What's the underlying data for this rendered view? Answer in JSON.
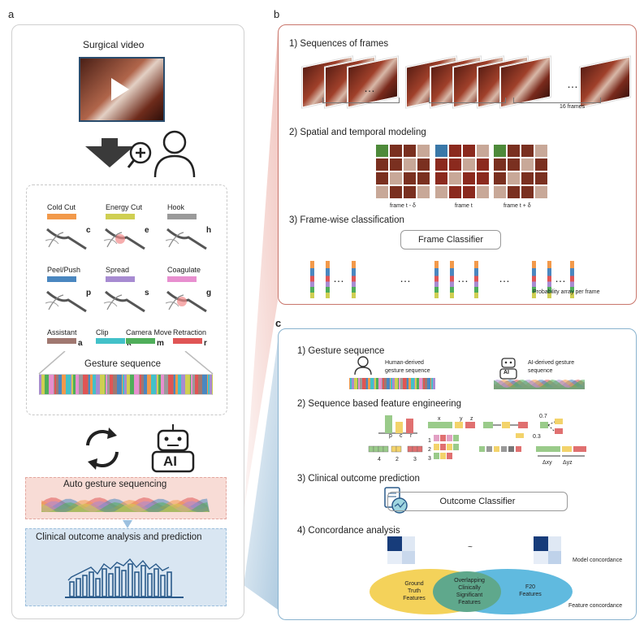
{
  "panel_labels": {
    "a": "a",
    "b": "b",
    "c": "c"
  },
  "panel_a": {
    "video_title": "Surgical video",
    "gestures": [
      {
        "name": "Cold Cut",
        "letter": "c",
        "color": "#f2994a"
      },
      {
        "name": "Energy Cut",
        "letter": "e",
        "color": "#cfcf52"
      },
      {
        "name": "Hook",
        "letter": "h",
        "color": "#9a9a9a"
      },
      {
        "name": "Peel/Push",
        "letter": "p",
        "color": "#4a87c0"
      },
      {
        "name": "Spread",
        "letter": "s",
        "color": "#a78bd1"
      },
      {
        "name": "Coagulate",
        "letter": "g",
        "color": "#e88fcf"
      }
    ],
    "other_gestures": [
      {
        "name": "Assistant",
        "letter": "a",
        "color": "#a07870"
      },
      {
        "name": "Clip",
        "letter": "k",
        "color": "#42c1c9"
      },
      {
        "name": "Camera Move",
        "letter": "m",
        "color": "#4fae5a"
      },
      {
        "name": "Retraction",
        "letter": "r",
        "color": "#e05555"
      }
    ],
    "gesture_sequence_label": "Gesture sequence",
    "ai_label": "AI",
    "auto_label": "Auto gesture sequencing",
    "clinical_label": "Clinical outcome analysis and prediction"
  },
  "panel_b": {
    "step1": "1) Sequences of frames",
    "frames_note": "16 frames",
    "step2": "2) Spatial and temporal modeling",
    "frame_labels": [
      "frame t - δ",
      "frame t",
      "frame t + δ"
    ],
    "step3": "3) Frame-wise classification",
    "classifier": "Frame Classifier",
    "prob_note": "Probability array per frame"
  },
  "panel_c": {
    "step1": "1) Gesture sequence",
    "human_label": "Human-derived gesture sequence",
    "ai_seq_label": "AI-derived gesture sequence",
    "ai_icon": "AI",
    "step2": "2) Sequence based feature engineering",
    "bar_letters": [
      "p",
      "c",
      "r"
    ],
    "xyz": [
      "x",
      "y",
      "z"
    ],
    "prob_vals": [
      "0.7",
      "0.3"
    ],
    "nums": [
      "4",
      "2",
      "3"
    ],
    "idx": [
      "1",
      "2",
      "3"
    ],
    "deltas": [
      "Δxy",
      "Δyz"
    ],
    "step3": "3) Clinical outcome prediction",
    "outcome": "Outcome Classifier",
    "step4": "4) Concordance analysis",
    "tilde": "~",
    "model_conc": "Model concordance",
    "venn_left": "Ground Truth Features",
    "venn_mid": "Overlapping Clinically Significant Features",
    "venn_right": "F20 Features",
    "feature_conc": "Feature concordance"
  }
}
